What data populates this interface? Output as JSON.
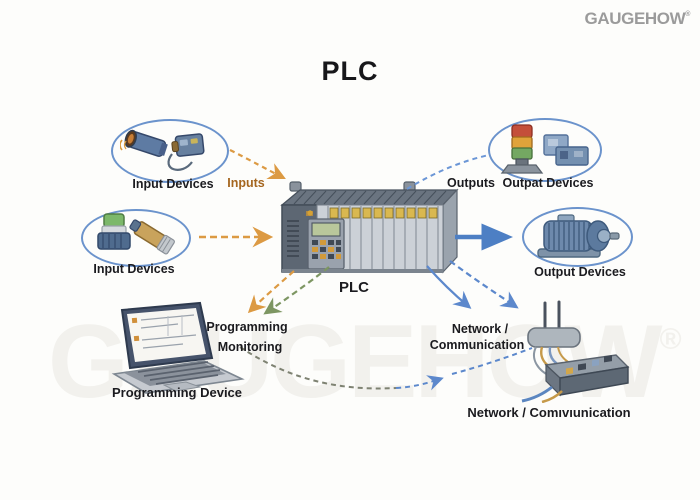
{
  "logo": {
    "text": "GAUGEHOW",
    "reg": "®"
  },
  "watermark": {
    "text": "GAUGEHOW",
    "reg": "®"
  },
  "title": "PLC",
  "labels": {
    "input_top": "Input Devices",
    "inputs": "Inputs",
    "input_mid": "Input Devices",
    "outputs": "Outputs",
    "output_top": "Outpat Devices",
    "output_mid": "Output Devices",
    "plc": "PLC",
    "programming_line1": "Programming",
    "programming_line2": "Monitoring",
    "programming_device": "Programming Device",
    "network_line1": "Network /",
    "network_line2": "Communication",
    "network_bottom": "Network / Comıvıunication"
  },
  "icons": {
    "input_top": "photoelectric-sensor-icon",
    "input_mid": "proximity-sensors-icon",
    "output_top": "stack-light-icon",
    "output_mid": "electric-motor-icon",
    "center": "plc-rack-icon",
    "programming": "laptop-icon",
    "network": "router-switch-icon"
  },
  "colors": {
    "background": "#fdfdfb",
    "oval_border": "#6b93cc",
    "arrow_orange": "#dc9a43",
    "arrow_green": "#7d9662",
    "arrow_blue": "#5c88cc",
    "arrow_gray": "#7e8272",
    "inputs_text": "#a5661f",
    "label_text": "#1b1b1f",
    "logo_gray": "#9b9b9b",
    "watermark_gray": "#f2f1ed"
  }
}
